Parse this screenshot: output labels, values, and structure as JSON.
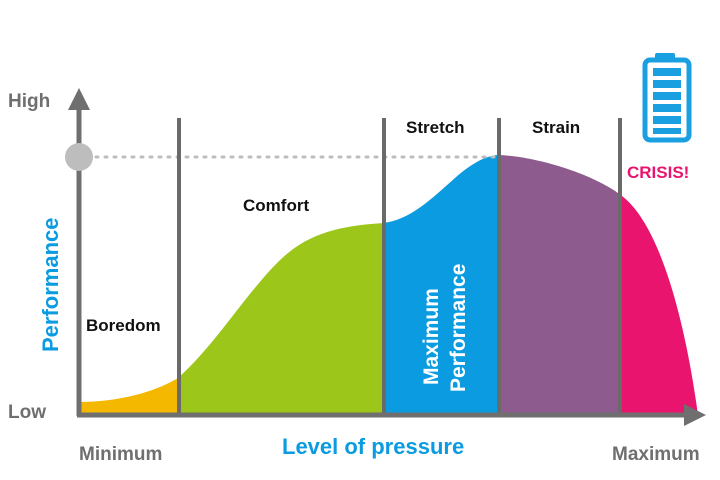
{
  "axes": {
    "y_high": "High",
    "y_low": "Low",
    "y_title": "Performance",
    "x_min": "Minimum",
    "x_max": "Maximum",
    "x_title": "Level of pressure"
  },
  "zones": {
    "boredom": "Boredom",
    "comfort": "Comfort",
    "stretch": "Stretch",
    "strain": "Strain",
    "crisis": "CRISIS!",
    "maximum_line1": "Maximum",
    "maximum_line2": "Performance"
  },
  "colors": {
    "boredom": "#f5b800",
    "comfort": "#9dc61a",
    "stretch": "#0a9be0",
    "strain": "#8e5b8f",
    "crisis": "#e8146e",
    "axis": "#6f6f6f",
    "divider": "#6a6a6a",
    "accent_blue": "#0a9be0",
    "axis_text": "#6f6f6f",
    "dotted_line": "#bdbdbd",
    "battery": "#1a9fe0"
  },
  "icons": {
    "battery": "battery-icon",
    "peak_marker": "peak-marker-icon",
    "axis_arrow": "arrow-icon"
  }
}
